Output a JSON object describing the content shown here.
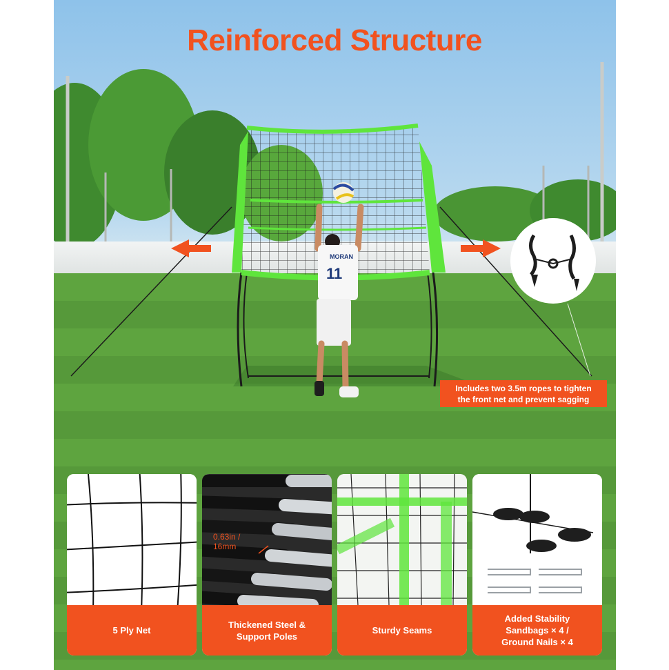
{
  "title": "Reinforced Structure",
  "callout": "Includes two 3.5m ropes to tighten\nthe front net and prevent sagging",
  "player": {
    "name": "MORAN",
    "number": "11"
  },
  "colors": {
    "accent": "#f1521f",
    "net_frame": "#5fe53c",
    "sky": "#9ccbed",
    "grass": "#5ea43f"
  },
  "features": [
    {
      "label": "5 Ply Net",
      "image": "net-mesh"
    },
    {
      "label": "Thickened Steel &\nSupport Poles",
      "image": "steel-poles",
      "dimension": "0.63in /\n16mm"
    },
    {
      "label": "Sturdy Seams",
      "image": "seams"
    },
    {
      "label": "Added Stability\nSandbags × 4 /\nGround Nails × 4",
      "image": "sandbags-nails"
    }
  ],
  "inset": "rope-and-stakes"
}
